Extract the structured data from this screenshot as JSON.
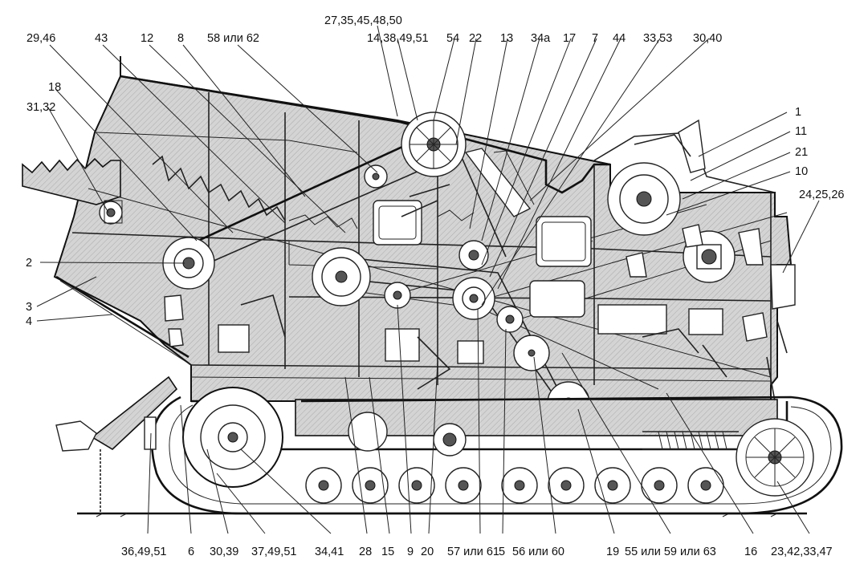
{
  "labels": {
    "top": [
      "29,46",
      "43",
      "12",
      "8",
      "58 или 62",
      "27,35,45,48,50",
      "14,38,49,51",
      "54",
      "22",
      "13",
      "34а",
      "17",
      "7",
      "44",
      "33,53",
      "30,40"
    ],
    "left": [
      "18",
      "31,32",
      "2",
      "3",
      "4"
    ],
    "right": [
      "1",
      "11",
      "21",
      "10",
      "24,25,26"
    ],
    "bottom": [
      "36,49,51",
      "6",
      "30,39",
      "37,49,51",
      "34,41",
      "28",
      "15",
      "9",
      "20",
      "57 или 61",
      "5",
      "56 или 60",
      "19",
      "55 или 59 или 63",
      "16",
      "23,42,33,47"
    ]
  }
}
